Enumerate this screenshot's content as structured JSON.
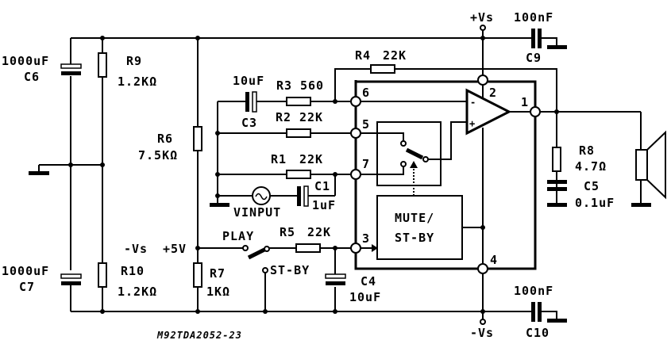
{
  "diagram": {
    "type": "electronic-schematic",
    "figure_code": "M92TDA2052-23",
    "supplies": {
      "positive": "+Vs",
      "negative": "-Vs",
      "logic_label_left": "-Vs",
      "logic_label_right": "+5V"
    },
    "components": {
      "C6": {
        "ref": "C6",
        "value": "1000uF"
      },
      "C7": {
        "ref": "C7",
        "value": "1000uF"
      },
      "R9": {
        "ref": "R9",
        "value": "1.2KΩ"
      },
      "R10": {
        "ref": "R10",
        "value": "1.2KΩ"
      },
      "R6": {
        "ref": "R6",
        "value": "7.5KΩ"
      },
      "R7": {
        "ref": "R7",
        "value": "1KΩ"
      },
      "C3": {
        "ref": "C3",
        "value": "10uF"
      },
      "R3": {
        "ref": "R3",
        "value": "560"
      },
      "R2": {
        "ref": "R2",
        "value": "22K"
      },
      "R1": {
        "ref": "R1",
        "value": "22K"
      },
      "C1": {
        "ref": "C1",
        "value": "1uF"
      },
      "R4": {
        "ref": "R4",
        "value": "22K"
      },
      "R5": {
        "ref": "R5",
        "value": "22K"
      },
      "C4": {
        "ref": "C4",
        "value": "10uF"
      },
      "C9": {
        "ref": "C9",
        "value": "100nF"
      },
      "C10": {
        "ref": "C10",
        "value": "100nF"
      },
      "R8": {
        "ref": "R8",
        "value": "4.7Ω"
      },
      "C5": {
        "ref": "C5",
        "value": "0.1uF"
      }
    },
    "source_label": "VINPUT",
    "switch": {
      "play_label": "PLAY",
      "standby_label": "ST-BY"
    },
    "ic": {
      "block_label_line1": "MUTE/",
      "block_label_line2": "ST-BY",
      "pins": {
        "p1": "1",
        "p2": "2",
        "p3": "3",
        "p4": "4",
        "p5": "5",
        "p6": "6",
        "p7": "7"
      },
      "opamp_inverting": "-",
      "opamp_noninverting": "+"
    },
    "icons": [
      "ground-symbol",
      "ac-source-icon",
      "speaker-icon",
      "switch-icon",
      "opamp-triangle"
    ]
  }
}
